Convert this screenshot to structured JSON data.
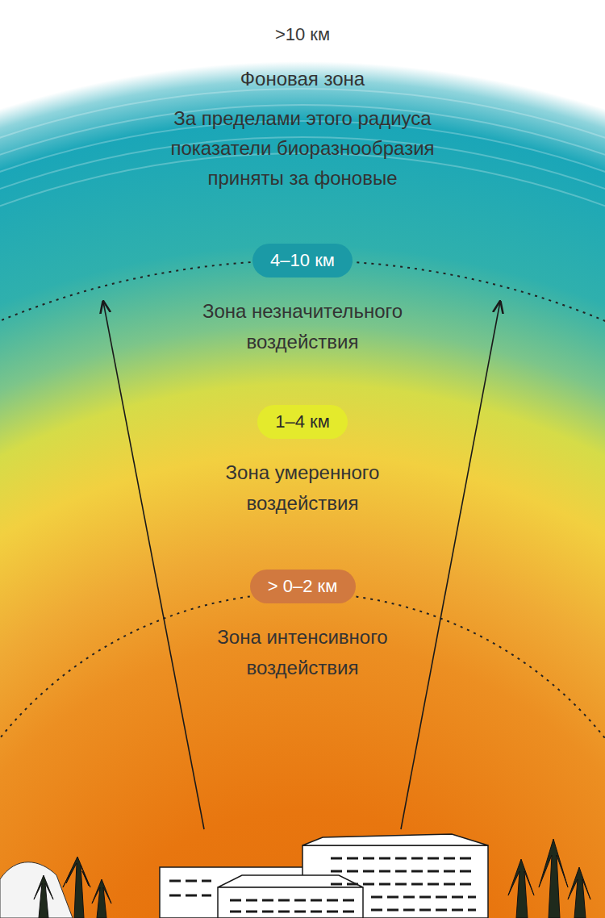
{
  "diagram": {
    "nodes": [
      {
        "text": [
          "4–10 км"
        ]
      },
      {
        "text": [
          "1–4 км"
        ]
      },
      {
        "text": [
          "> 0–2 км"
        ]
      }
    ],
    "labels": [
      ">10 км",
      "Фоновая зона",
      "За пределами этого радиуса показатели биоразнообразия приняты за фоновые",
      "Зона незначительного воздействия",
      "Зона умеренного воздействия",
      "Зона интенсивного воздействия"
    ]
  }
}
